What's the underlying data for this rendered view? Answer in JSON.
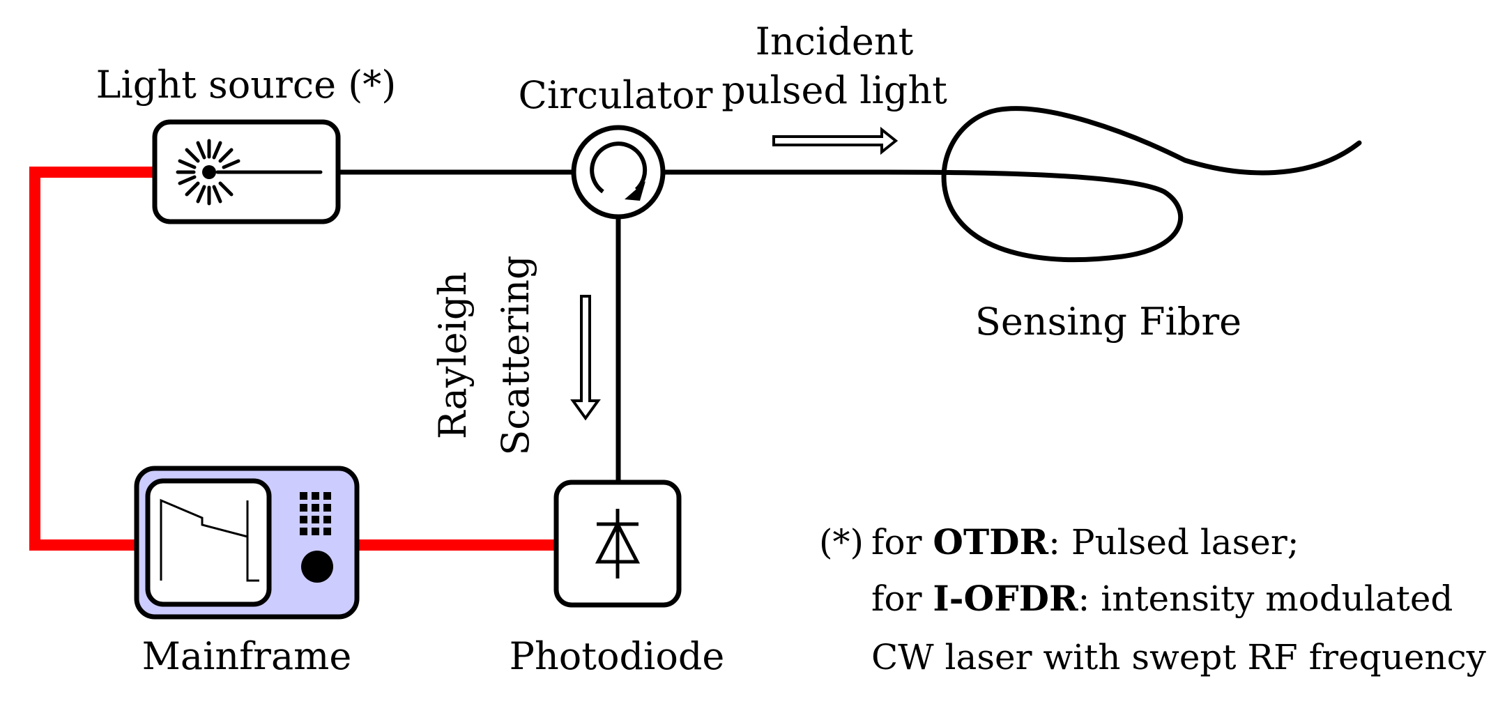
{
  "labels": {
    "light_source": "Light source (*)",
    "circulator": "Circulator",
    "incident_line1": "Incident",
    "incident_line2": "pulsed light",
    "sensing_fibre": "Sensing Fibre",
    "rayleigh_line1": "Rayleigh",
    "rayleigh_line2": "Scattering",
    "mainframe": "Mainframe",
    "photodiode": "Photodiode"
  },
  "note": {
    "marker": "(*)",
    "line1_pre": "for ",
    "line1_bold": "OTDR",
    "line1_post": ": Pulsed laser;",
    "line2_pre": "for ",
    "line2_bold": "I-OFDR",
    "line2_post": ": intensity modulated",
    "line3": "CW laser with swept RF frequency"
  },
  "colors": {
    "electrical_link": "#ff0000",
    "optical_link": "#000000",
    "mainframe_fill": "#ccccff"
  }
}
